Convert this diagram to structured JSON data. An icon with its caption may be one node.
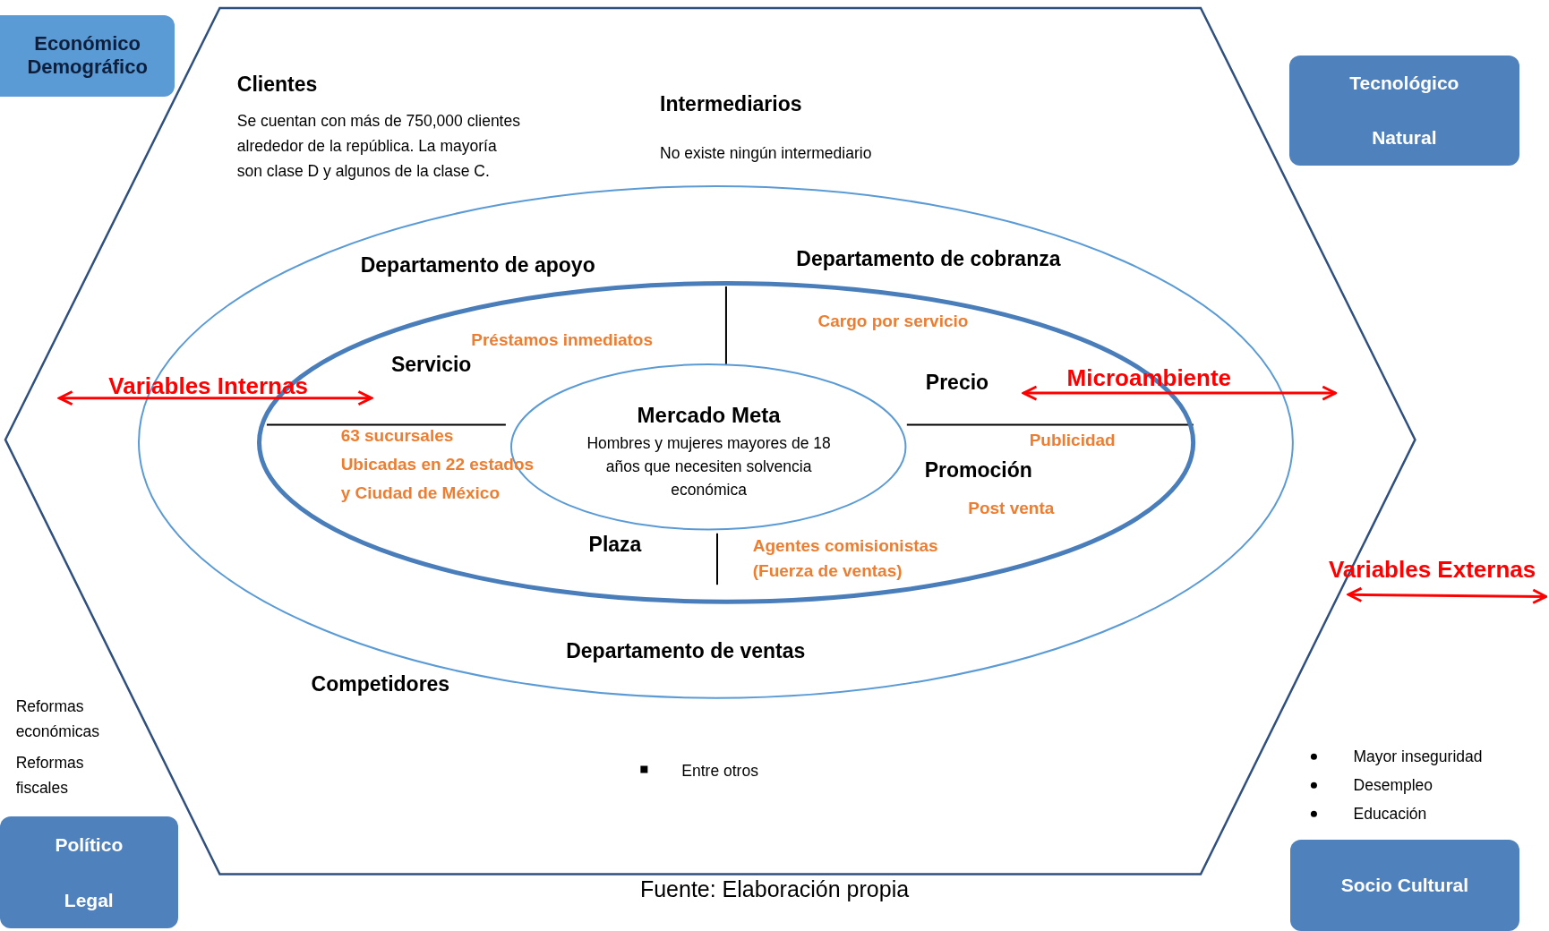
{
  "diagram": {
    "caption": "Fuente: Elaboración propia",
    "nodes": [
      {
        "text": [],
        "shape": "hexagon"
      },
      {
        "text": [],
        "shape": "ellipse",
        "in": 0
      },
      {
        "text": [],
        "shape": "ellipse",
        "in": 1
      },
      {
        "text": [
          "Mercado Meta",
          "Hombres y mujeres mayores de 18 años que necesiten solvencia económica"
        ],
        "in": 2
      },
      {
        "text": [
          "Económico Demográfico"
        ]
      },
      {
        "text": [
          "Tecnológico",
          "Natural"
        ]
      },
      {
        "text": [
          "Político",
          "Legal"
        ]
      },
      {
        "text": [
          "Socio Cultural"
        ]
      }
    ],
    "labels": [
      "Clientes",
      "Se cuentan con más de 750,000 clientes alrededor de la república. La mayoría son clase D y algunos de la clase C.",
      "Intermediarios",
      "No existe ningún intermediario",
      "Departamento de apoyo",
      "Departamento de cobranza",
      "Cargo por servicio",
      "Préstamos inmediatos",
      "Servicio",
      "Variables Internas",
      "Precio",
      "Microambiente",
      "63 sucursales",
      "Ubicadas en 22 estados",
      "y Ciudad de México",
      "Publicidad",
      "Promoción",
      "Post venta",
      "Plaza",
      "Agentes comisionistas",
      "(Fuerza de ventas)",
      "Variables Externas",
      "Departamento de ventas",
      "Competidores",
      "Reformas económicas",
      "Reformas fiscales",
      "Entre otros",
      "Mayor inseguridad",
      "Desempleo",
      "Educación"
    ]
  }
}
